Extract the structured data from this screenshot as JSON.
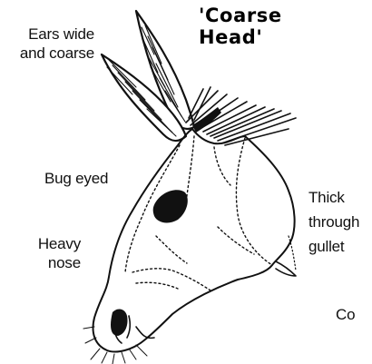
{
  "title": {
    "line1": "'Coarse",
    "line2": "Head'"
  },
  "labels": {
    "ears_line1": "Ears wide",
    "ears_line2": "and coarse",
    "bug_eyed": "Bug eyed",
    "heavy_line1": "Heavy",
    "heavy_line2": "nose",
    "thick_line1": "Thick",
    "thick_line2": "through",
    "thick_line3": "gullet",
    "cut_off": "Co"
  },
  "colors": {
    "ink": "#111111",
    "background": "#ffffff"
  }
}
